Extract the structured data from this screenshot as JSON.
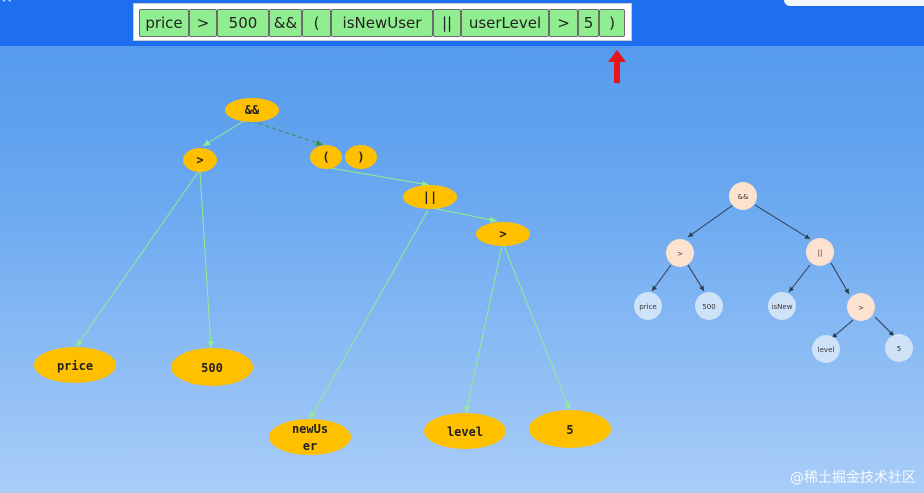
{
  "tokens": [
    "price",
    ">",
    "500",
    "&&",
    "(",
    "isNewUser",
    "||",
    "userLevel",
    ">",
    "5",
    ")"
  ],
  "left_tree": {
    "root": "&&",
    "gt1": ">",
    "paren_open": "(",
    "paren_close": ")",
    "or": "||",
    "gt2": ">",
    "price": "price",
    "n500": "500",
    "newuser_line1": "newUs",
    "newuser_line2": "er",
    "level": "level",
    "n5": "5"
  },
  "right_tree": {
    "root": "&&",
    "gt1": ">",
    "or": "||",
    "price": "price",
    "n500": "500",
    "isnew": "isNew",
    "gt2": ">",
    "level": "level",
    "n5": "5"
  },
  "watermark": "@稀土掘金技术社区",
  "colors": {
    "token_fill": "#90ee90",
    "node_fill": "#ffc000",
    "edge": "#90ee90",
    "mini_op": "#fde3cf",
    "mini_leaf": "#cfe3f8",
    "pointer": "#e8141c"
  }
}
